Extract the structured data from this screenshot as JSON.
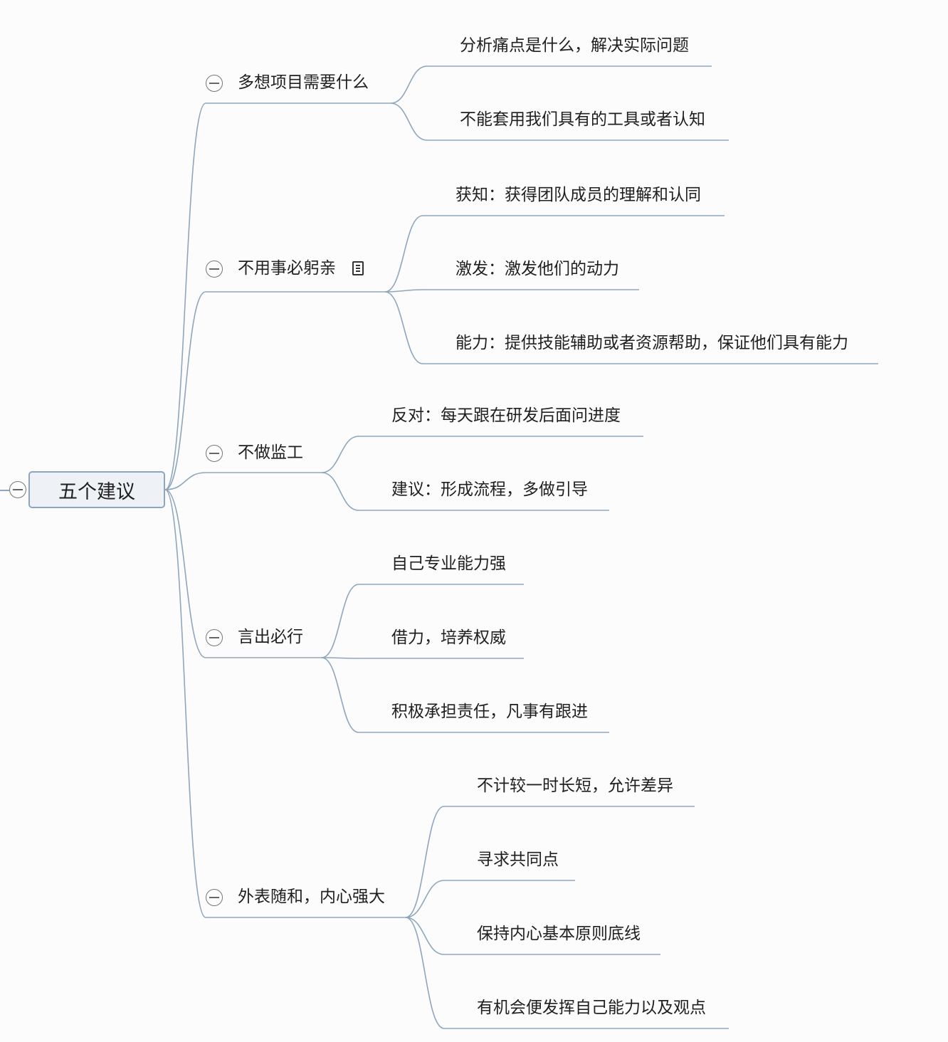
{
  "root": {
    "label": "五个建议"
  },
  "branches": [
    {
      "label": "多想项目需要什么",
      "has_note": false,
      "children": [
        "分析痛点是什么，解决实际问题",
        "不能套用我们具有的工具或者认知"
      ]
    },
    {
      "label": "不用事必躬亲",
      "has_note": true,
      "children": [
        "获知：获得团队成员的理解和认同",
        "激发：激发他们的动力",
        "能力：提供技能辅助或者资源帮助，保证他们具有能力"
      ]
    },
    {
      "label": "不做监工",
      "has_note": false,
      "children": [
        "反对：每天跟在研发后面问进度",
        "建议：形成流程，多做引导"
      ]
    },
    {
      "label": "言出必行",
      "has_note": false,
      "children": [
        "自己专业能力强",
        "借力，培养权威",
        "积极承担责任，凡事有跟进"
      ]
    },
    {
      "label": "外表随和，内心强大",
      "has_note": false,
      "children": [
        "不计较一时长短，允许差异",
        "寻求共同点",
        "保持内心基本原则底线",
        "有机会便发挥自己能力以及观点"
      ]
    }
  ],
  "colors": {
    "connector": "#8ea6bd",
    "root_fill": "#eef2f6",
    "root_border": "#8ea6bd"
  }
}
